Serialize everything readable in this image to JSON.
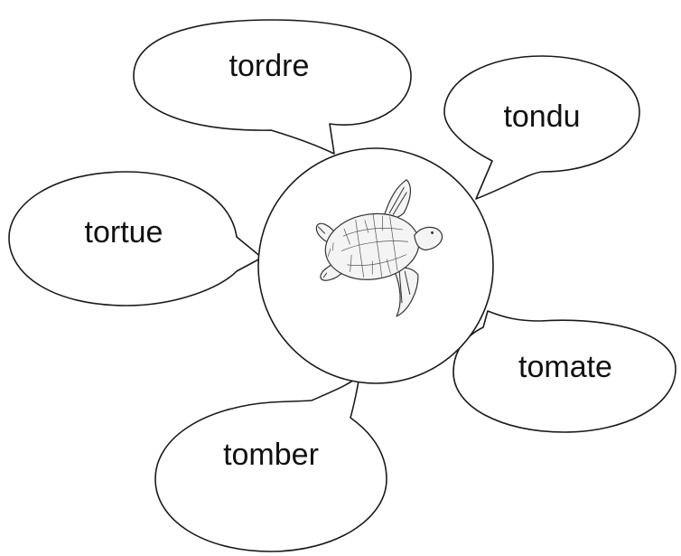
{
  "center": {
    "icon": "sea-turtle-icon"
  },
  "bubbles": [
    {
      "id": "tordre",
      "word": "tordre"
    },
    {
      "id": "tondu",
      "word": "tondu"
    },
    {
      "id": "tortue",
      "word": "tortue"
    },
    {
      "id": "tomate",
      "word": "tomate"
    },
    {
      "id": "tomber",
      "word": "tomber"
    }
  ],
  "colors": {
    "stroke": "#1a1a1a",
    "background": "#ffffff",
    "text": "#111111"
  }
}
